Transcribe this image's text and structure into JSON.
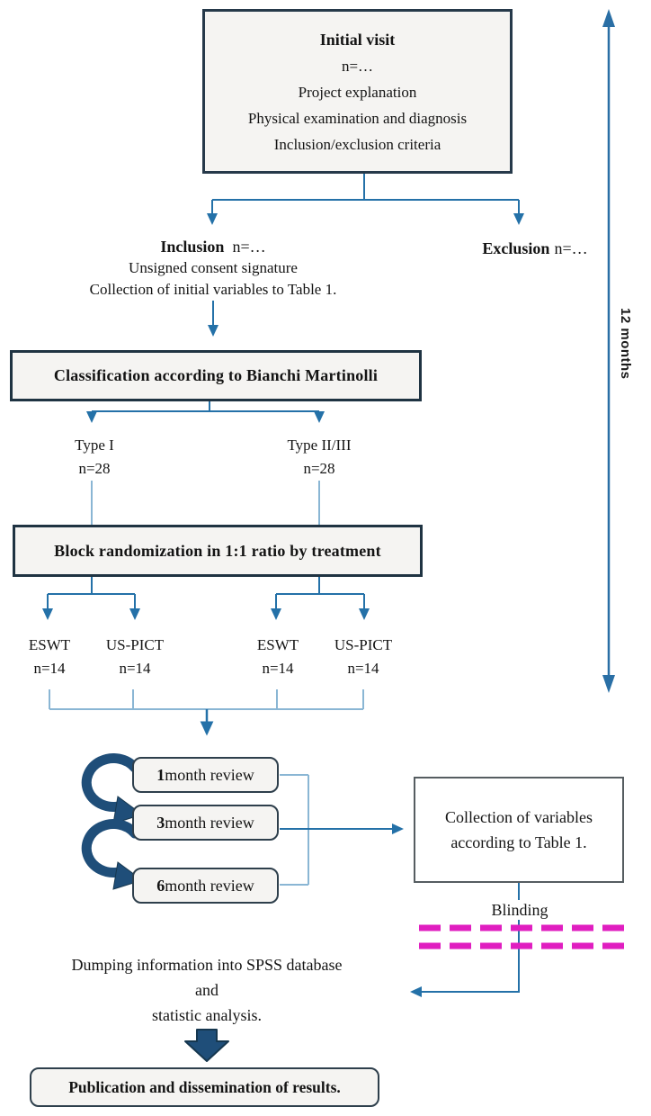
{
  "flow": {
    "initial_visit": {
      "title": "Initial visit",
      "lines": [
        "n=…",
        "Project explanation",
        "Physical examination and diagnosis",
        "Inclusion/exclusion criteria"
      ]
    },
    "inclusion": {
      "label": "Inclusion",
      "n": "n=…",
      "lines": [
        "Unsigned consent signature",
        "Collection of initial variables to Table 1."
      ]
    },
    "exclusion": {
      "label": "Exclusion",
      "n": "n=…"
    },
    "classification": "Classification according to Bianchi Martinolli",
    "type_left": {
      "label": "Type I",
      "n": "n=28"
    },
    "type_right": {
      "label": "Type II/III",
      "n": "n=28"
    },
    "randomization": "Block randomization in 1:1 ratio by treatment",
    "arms": [
      {
        "label": "ESWT",
        "n": "n=14"
      },
      {
        "label": "US-PICT",
        "n": "n=14"
      },
      {
        "label": "ESWT",
        "n": "n=14"
      },
      {
        "label": "US-PICT",
        "n": "n=14"
      }
    ],
    "reviews": [
      {
        "num": "1",
        "label": " month review"
      },
      {
        "num": "3",
        "label": " month review"
      },
      {
        "num": "6",
        "label": " month review"
      }
    ],
    "collection": {
      "lines": [
        "Collection of variables",
        "according to Table 1."
      ]
    },
    "blinding": "Blinding",
    "dumping": {
      "lines": [
        "Dumping information into SPSS database",
        "and",
        "statistic analysis."
      ]
    },
    "publication": "Publication and dissemination of results.",
    "timeline_label": "12 months"
  },
  "colors": {
    "connector": "#2471a8",
    "connector_light": "#8ab6d4",
    "navy": "#1f4e79",
    "navy_outline": "#16374f",
    "magenta": "#e01ec0",
    "box_border_dark": "#1f3342",
    "box_fill": "#f5f4f2"
  }
}
